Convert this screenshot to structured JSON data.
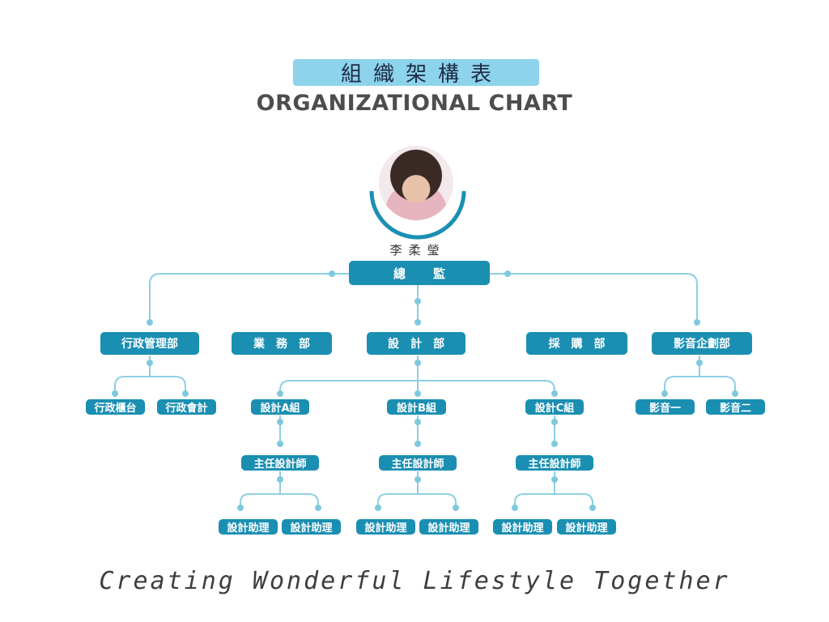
{
  "header": {
    "title_zh": "組織架構表",
    "title_en": "ORGANIZATIONAL CHART"
  },
  "leader": {
    "name": "李柔瑩",
    "role": "總監"
  },
  "departments": {
    "admin": "行政管理部",
    "sales": "業務部",
    "design": "設計部",
    "purchasing": "採購部",
    "media": "影音企劃部"
  },
  "admin_units": [
    "行政櫃台",
    "行政會計"
  ],
  "design_groups": [
    {
      "name": "設計A組",
      "lead": "主任設計師",
      "assistants": [
        "設計助理",
        "設計助理"
      ]
    },
    {
      "name": "設計B組",
      "lead": "主任設計師",
      "assistants": [
        "設計助理",
        "設計助理"
      ]
    },
    {
      "name": "設計C組",
      "lead": "主任設計師",
      "assistants": [
        "設計助理",
        "設計助理"
      ]
    }
  ],
  "media_units": [
    "影音一",
    "影音二"
  ],
  "footer": {
    "tagline": "Creating Wonderful Lifestyle Together"
  },
  "colors": {
    "node": "#1a8fb2",
    "line": "#8dcfe3",
    "title_bg": "#8dd3ec"
  }
}
